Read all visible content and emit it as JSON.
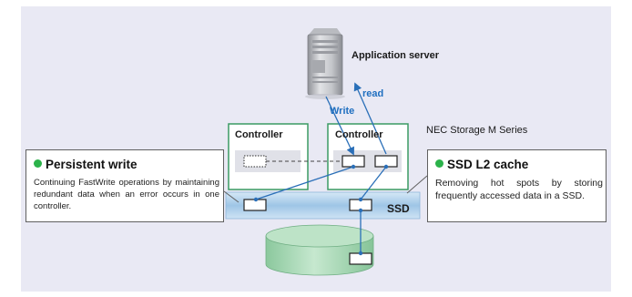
{
  "diagram": {
    "application_server_label": "Application server",
    "read_label": "read",
    "write_label": "Write",
    "storage_series_label": "NEC Storage M Series",
    "controller_left_label": "Controller",
    "controller_right_label": "Controller",
    "ssd_label": "SSD"
  },
  "callouts": {
    "persistent_write": {
      "title": "Persistent write",
      "description": "Continuing FastWrite operations by maintaining redundant data when an error occurs in one controller."
    },
    "ssd_l2_cache": {
      "title": "SSD L2 cache",
      "description": "Removing hot spots by storing frequently accessed data in a SSD."
    }
  },
  "colors": {
    "background_panel": "#e9e9f4",
    "controller_border": "#3a9a63",
    "connector_line": "#2a6fb8",
    "ssd_bar": "#b7d5ee",
    "disk_cylinder": "#a6d8b4",
    "bullet": "#2bb24a"
  }
}
